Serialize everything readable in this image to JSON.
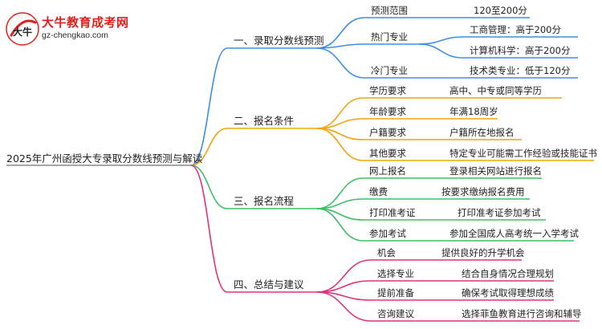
{
  "logo": {
    "title": "大牛教育成考网",
    "url": "gz-chengkao.com",
    "mark_text": "大牛"
  },
  "colors": {
    "branch1": "#3b8fe8",
    "branch2": "#f2a311",
    "branch3": "#3cbf66",
    "branch4": "#e0317a",
    "logo_red": "#e0201c"
  },
  "root": "2025年广州函授大专录取分数线预测与解读",
  "branches": [
    {
      "label": "一、录取分数线预测",
      "children": [
        {
          "label": "预测范围",
          "leaves": [
            "120至200分"
          ]
        },
        {
          "label": "热门专业",
          "leaves": [
            "工商管理：高于200分",
            "计算机科学：高于200分"
          ]
        },
        {
          "label": "冷门专业",
          "leaves": [
            "技术类专业：低于120分"
          ]
        }
      ]
    },
    {
      "label": "二、报名条件",
      "children": [
        {
          "label": "学历要求",
          "leaves": [
            "高中、中专或同等学历"
          ]
        },
        {
          "label": "年龄要求",
          "leaves": [
            "年满18周岁"
          ]
        },
        {
          "label": "户籍要求",
          "leaves": [
            "户籍所在地报名"
          ]
        },
        {
          "label": "其他要求",
          "leaves": [
            "特定专业可能需工作经验或技能证书"
          ]
        }
      ]
    },
    {
      "label": "三、报名流程",
      "children": [
        {
          "label": "网上报名",
          "leaves": [
            "登录相关网站进行报名"
          ]
        },
        {
          "label": "缴费",
          "leaves": [
            "按要求缴纳报名费用"
          ]
        },
        {
          "label": "打印准考证",
          "leaves": [
            "打印准考证参加考试"
          ]
        },
        {
          "label": "参加考试",
          "leaves": [
            "参加全国成人高考统一入学考试"
          ]
        }
      ]
    },
    {
      "label": "四、总结与建议",
      "children": [
        {
          "label": "机会",
          "leaves": [
            "提供良好的升学机会"
          ]
        },
        {
          "label": "选择专业",
          "leaves": [
            "结合自身情况合理规划"
          ]
        },
        {
          "label": "提前准备",
          "leaves": [
            "确保考试取得理想成绩"
          ]
        },
        {
          "label": "咨询建议",
          "leaves": [
            "选择菲鱼教育进行咨询和辅导"
          ]
        }
      ]
    }
  ]
}
